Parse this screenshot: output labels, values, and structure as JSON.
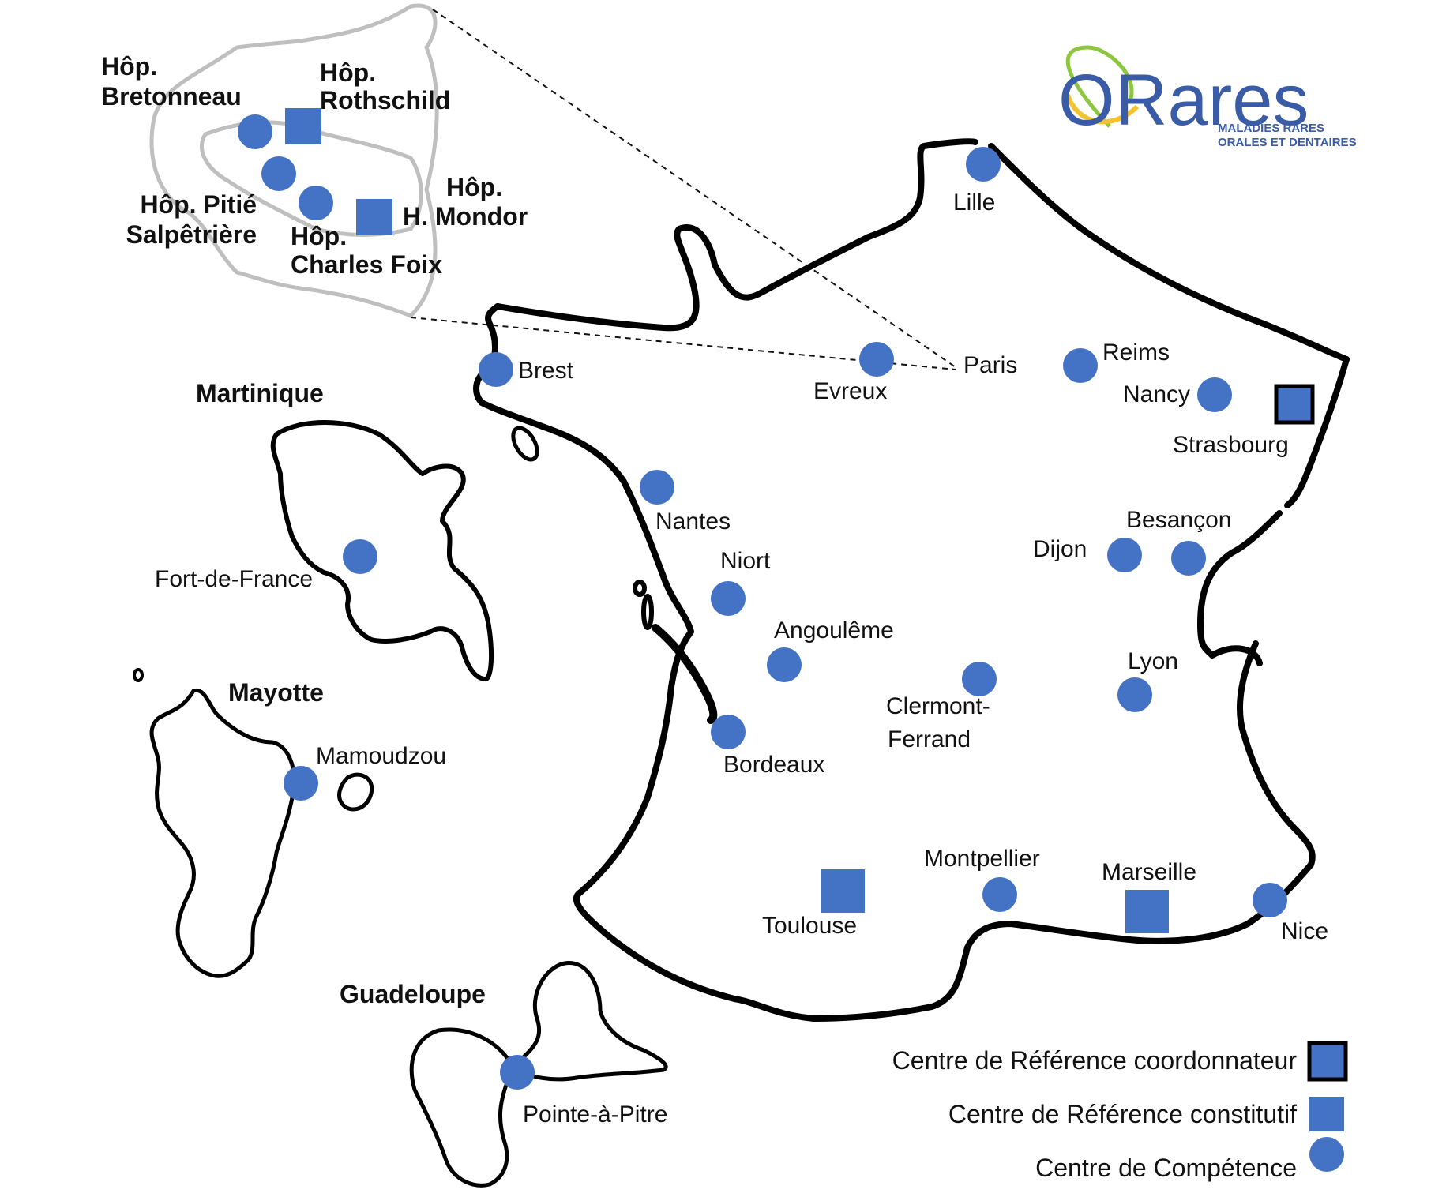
{
  "logo": {
    "name_prefix": "O",
    "name_main": "Rares",
    "tagline_line1": "MALADIES RARES",
    "tagline_line2": "ORALES ET DENTAIRES",
    "colors": {
      "blue": "#3A5BA6",
      "yellow": "#F2C230",
      "green": "#8DC63F"
    }
  },
  "colors": {
    "marker": "#4472C4",
    "outline": "#000000",
    "inset_outline": "#BFBFBF"
  },
  "paris_inset": {
    "hospitals": {
      "bretonneau": [
        "Hôp.",
        "Bretonneau"
      ],
      "rothschild": [
        "Hôp.",
        "Rothschild"
      ],
      "pitie": [
        "Hôp. Pitié",
        "Salpêtrière"
      ],
      "mondor": [
        "Hôp.",
        "H. Mondor"
      ],
      "charles_foix": [
        "Hôp.",
        "Charles Foix"
      ]
    }
  },
  "territories": {
    "martinique": {
      "name": "Martinique",
      "city": "Fort-de-France"
    },
    "mayotte": {
      "name": "Mayotte",
      "city": "Mamoudzou"
    },
    "guadeloupe": {
      "name": "Guadeloupe",
      "city": "Pointe-à-Pitre"
    }
  },
  "cities": {
    "lille": "Lille",
    "brest": "Brest",
    "evreux": "Evreux",
    "paris": "Paris",
    "reims": "Reims",
    "nancy": "Nancy",
    "strasbourg": "Strasbourg",
    "nantes": "Nantes",
    "niort": "Niort",
    "angouleme": "Angoulême",
    "besancon": "Besançon",
    "dijon": "Dijon",
    "lyon": "Lyon",
    "clermont": [
      "Clermont-",
      "Ferrand"
    ],
    "bordeaux": "Bordeaux",
    "montpellier": "Montpellier",
    "marseille": "Marseille",
    "toulouse": "Toulouse",
    "nice": "Nice"
  },
  "legend": {
    "coordinator": {
      "label": "Centre de Référence coordonnateur",
      "icon": "outlined-square"
    },
    "constitutive": {
      "label": "Centre de Référence constitutif",
      "icon": "square"
    },
    "competence": {
      "label": "Centre de Compétence",
      "icon": "circle"
    }
  }
}
